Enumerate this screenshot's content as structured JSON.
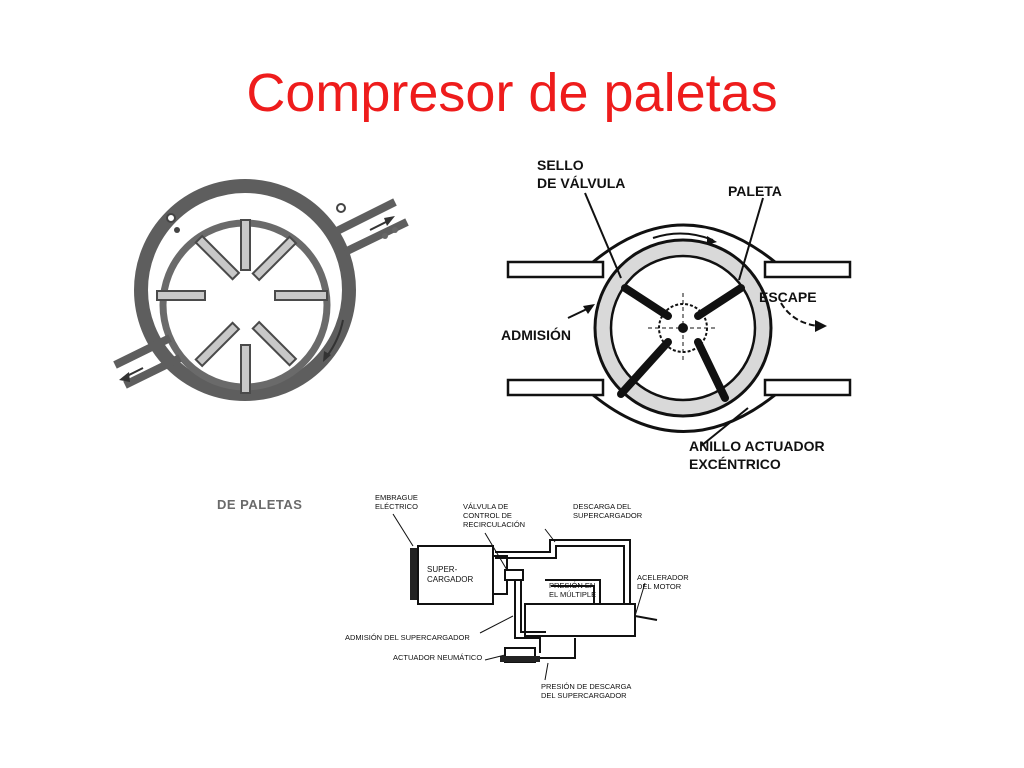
{
  "title": "Compresor de paletas",
  "caption": "DE PALETAS",
  "right_diagram": {
    "label_seal": [
      "SELLO",
      "DE VÁLVULA"
    ],
    "label_vane": "PALETA",
    "label_exhaust": "ESCAPE",
    "label_intake": "ADMISIÓN",
    "label_ring": [
      "ANILLO ACTUADOR",
      "EXCÉNTRICO"
    ]
  },
  "bottom_diagram": {
    "clutch": [
      "EMBRAGUE",
      "ELÉCTRICO"
    ],
    "valve": [
      "VÁLVULA DE",
      "CONTROL DE",
      "RECIRCULACIÓN"
    ],
    "discharge": [
      "DESCARGA DEL",
      "SUPERCARGADOR"
    ],
    "supercharger": [
      "SUPER-",
      "CARGADOR"
    ],
    "manifold": [
      "PRESIÓN EN",
      "EL MÚLTIPLE"
    ],
    "throttle": [
      "ACELERADOR",
      "DEL MOTOR"
    ],
    "intake": "ADMISIÓN DEL SUPERCARGADOR",
    "actuator": "ACTUADOR NEUMÁTICO",
    "discharge_pressure": [
      "PRESIÓN DE DESCARGA",
      "DEL SUPERCARGADOR"
    ]
  }
}
